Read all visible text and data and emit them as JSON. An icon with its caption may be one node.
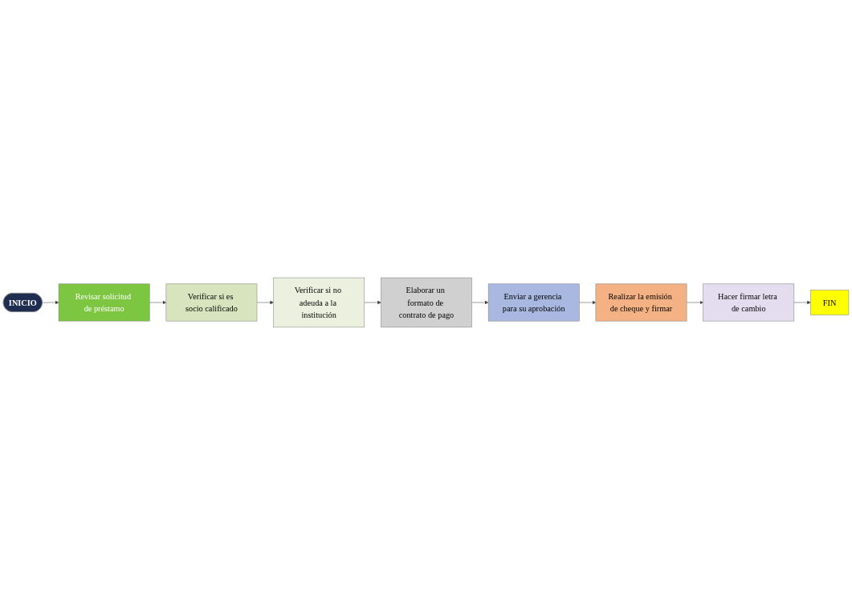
{
  "diagram": {
    "nodes": [
      {
        "text": [
          "INICIO"
        ]
      },
      {
        "text": [
          "Revisar solicitud de préstamo"
        ]
      },
      {
        "text": [
          "Verificar si es socio calificado"
        ]
      },
      {
        "text": [
          "Verificar si no adeuda a la institución"
        ]
      },
      {
        "text": [
          "Elaborar un formato de contrato de pago"
        ]
      },
      {
        "text": [
          "Enviar a gerencia para su aprobación"
        ]
      },
      {
        "text": [
          "Realizar la emisión de cheque y firmar"
        ]
      },
      {
        "text": [
          "Hacer firmar letra de cambio"
        ]
      },
      {
        "text": [
          "FIN"
        ]
      }
    ],
    "edges": [
      {
        "from": 0,
        "to": 1,
        "arrow": "to"
      },
      {
        "from": 1,
        "to": 2,
        "arrow": "to"
      },
      {
        "from": 2,
        "to": 3,
        "arrow": "to"
      },
      {
        "from": 3,
        "to": 4,
        "arrow": "to"
      },
      {
        "from": 4,
        "to": 5,
        "arrow": "to"
      },
      {
        "from": 5,
        "to": 6,
        "arrow": "to"
      },
      {
        "from": 6,
        "to": 7,
        "arrow": "to"
      },
      {
        "from": 7,
        "to": 8,
        "arrow": "to"
      }
    ]
  }
}
